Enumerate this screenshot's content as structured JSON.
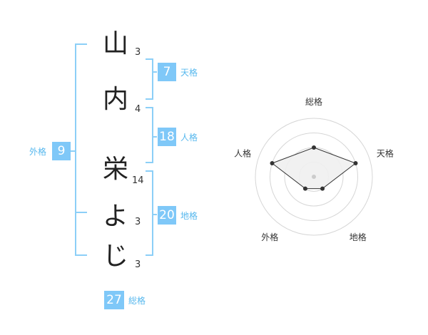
{
  "name": {
    "chars": [
      {
        "char": "山",
        "strokes": "3"
      },
      {
        "char": "内",
        "strokes": "4"
      },
      {
        "char": "栄",
        "strokes": "14"
      },
      {
        "char": "よ",
        "strokes": "3"
      },
      {
        "char": "じ",
        "strokes": "3"
      }
    ]
  },
  "kaku": {
    "tenkaku": {
      "value": "7",
      "label": "天格"
    },
    "jinkaku": {
      "value": "18",
      "label": "人格"
    },
    "chikaku": {
      "value": "20",
      "label": "地格"
    },
    "gaikaku": {
      "value": "9",
      "label": "外格"
    },
    "soukaku": {
      "value": "27",
      "label": "総格"
    }
  },
  "colors": {
    "accent": "#7fc8f8",
    "accent_text": "#57b8ee",
    "bracket": "#8ccff7",
    "radar_fill": "#f0f0f0",
    "radar_line": "#333333",
    "ring": "#d6d6d6"
  },
  "chart_data": {
    "type": "radar",
    "axes": [
      "総格",
      "天格",
      "地格",
      "外格",
      "人格"
    ],
    "values": [
      2,
      3,
      1,
      1,
      3
    ],
    "max": 4,
    "rings": 4
  }
}
